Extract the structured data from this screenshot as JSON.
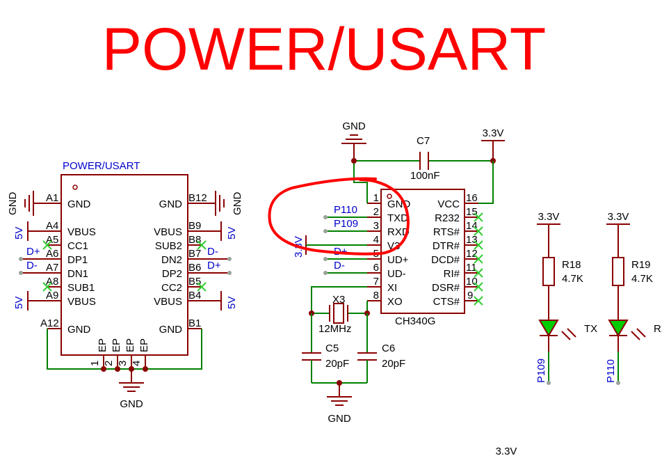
{
  "title": "POWER/USART",
  "usb": {
    "label": "POWER/USART",
    "left_pins": [
      {
        "num": "A1",
        "name": "GND"
      },
      {
        "num": "A4",
        "name": "VBUS"
      },
      {
        "num": "A5",
        "name": "CC1"
      },
      {
        "num": "A6",
        "name": "DP1"
      },
      {
        "num": "A7",
        "name": "DN1"
      },
      {
        "num": "A8",
        "name": "SUB1"
      },
      {
        "num": "A9",
        "name": "VBUS"
      },
      {
        "num": "A12",
        "name": "GND"
      }
    ],
    "right_pins": [
      {
        "num": "B12",
        "name": "GND"
      },
      {
        "num": "B9",
        "name": "VBUS"
      },
      {
        "num": "B8",
        "name": "SUB2"
      },
      {
        "num": "B7",
        "name": "DN2"
      },
      {
        "num": "B6",
        "name": "DP2"
      },
      {
        "num": "B5",
        "name": "CC2"
      },
      {
        "num": "B4",
        "name": "VBUS"
      },
      {
        "num": "B1",
        "name": "GND"
      }
    ],
    "ep_pins": [
      {
        "num": "1",
        "name": "EP"
      },
      {
        "num": "2",
        "name": "EP"
      },
      {
        "num": "3",
        "name": "EP"
      },
      {
        "num": "4",
        "name": "EP"
      }
    ],
    "nets": {
      "gnd_left": "GND",
      "gnd_right": "GND",
      "gnd_bottom": "GND",
      "v5_a4": "5V",
      "v5_a9": "5V",
      "v5_b9": "5V",
      "v5_b4": "5V",
      "dplus_left": "D+",
      "dminus_left": "D-",
      "dminus_right": "D-",
      "dplus_right": "D+"
    }
  },
  "ch340": {
    "ref": "CH340G",
    "left_pins": [
      {
        "num": "1",
        "name": "GND"
      },
      {
        "num": "2",
        "name": "TXD"
      },
      {
        "num": "3",
        "name": "RXD"
      },
      {
        "num": "4",
        "name": "V3"
      },
      {
        "num": "5",
        "name": "UD+"
      },
      {
        "num": "6",
        "name": "UD-"
      },
      {
        "num": "7",
        "name": "XI"
      },
      {
        "num": "8",
        "name": "XO"
      }
    ],
    "right_pins": [
      {
        "num": "16",
        "name": "VCC"
      },
      {
        "num": "15",
        "name": "R232"
      },
      {
        "num": "14",
        "name": "RTS#"
      },
      {
        "num": "13",
        "name": "DTR#"
      },
      {
        "num": "12",
        "name": "DCD#"
      },
      {
        "num": "11",
        "name": "RI#"
      },
      {
        "num": "10",
        "name": "DSR#"
      },
      {
        "num": "9",
        "name": "CTS#"
      }
    ],
    "nets": {
      "p110": "P110",
      "p109": "P109",
      "v33": "3.3V",
      "dplus": "D+",
      "dminus": "D-",
      "gnd_top": "GND",
      "vcc_top": "3.3V",
      "gnd_bottom": "GND"
    }
  },
  "c7": {
    "ref": "C7",
    "value": "100nF"
  },
  "x3": {
    "ref": "X3",
    "value": "12MHz"
  },
  "c5": {
    "ref": "C5",
    "value": "20pF"
  },
  "c6": {
    "ref": "C6",
    "value": "20pF"
  },
  "r18": {
    "ref": "R18",
    "value": "4.7K",
    "supply": "3.3V",
    "net": "P109",
    "led_label": "TX"
  },
  "r19": {
    "ref": "R19",
    "value": "4.7K",
    "supply": "3.3V",
    "net": "P110",
    "led_label": "RX"
  },
  "bottom_supply": "3.3V",
  "colors": {
    "title": "#ff0000",
    "wire": "#008000",
    "component": "#8b0000",
    "net_label": "#0000cc",
    "no_connect": "#33cc33",
    "led_fill": "#00cc00",
    "annotation": "#ff0000"
  }
}
